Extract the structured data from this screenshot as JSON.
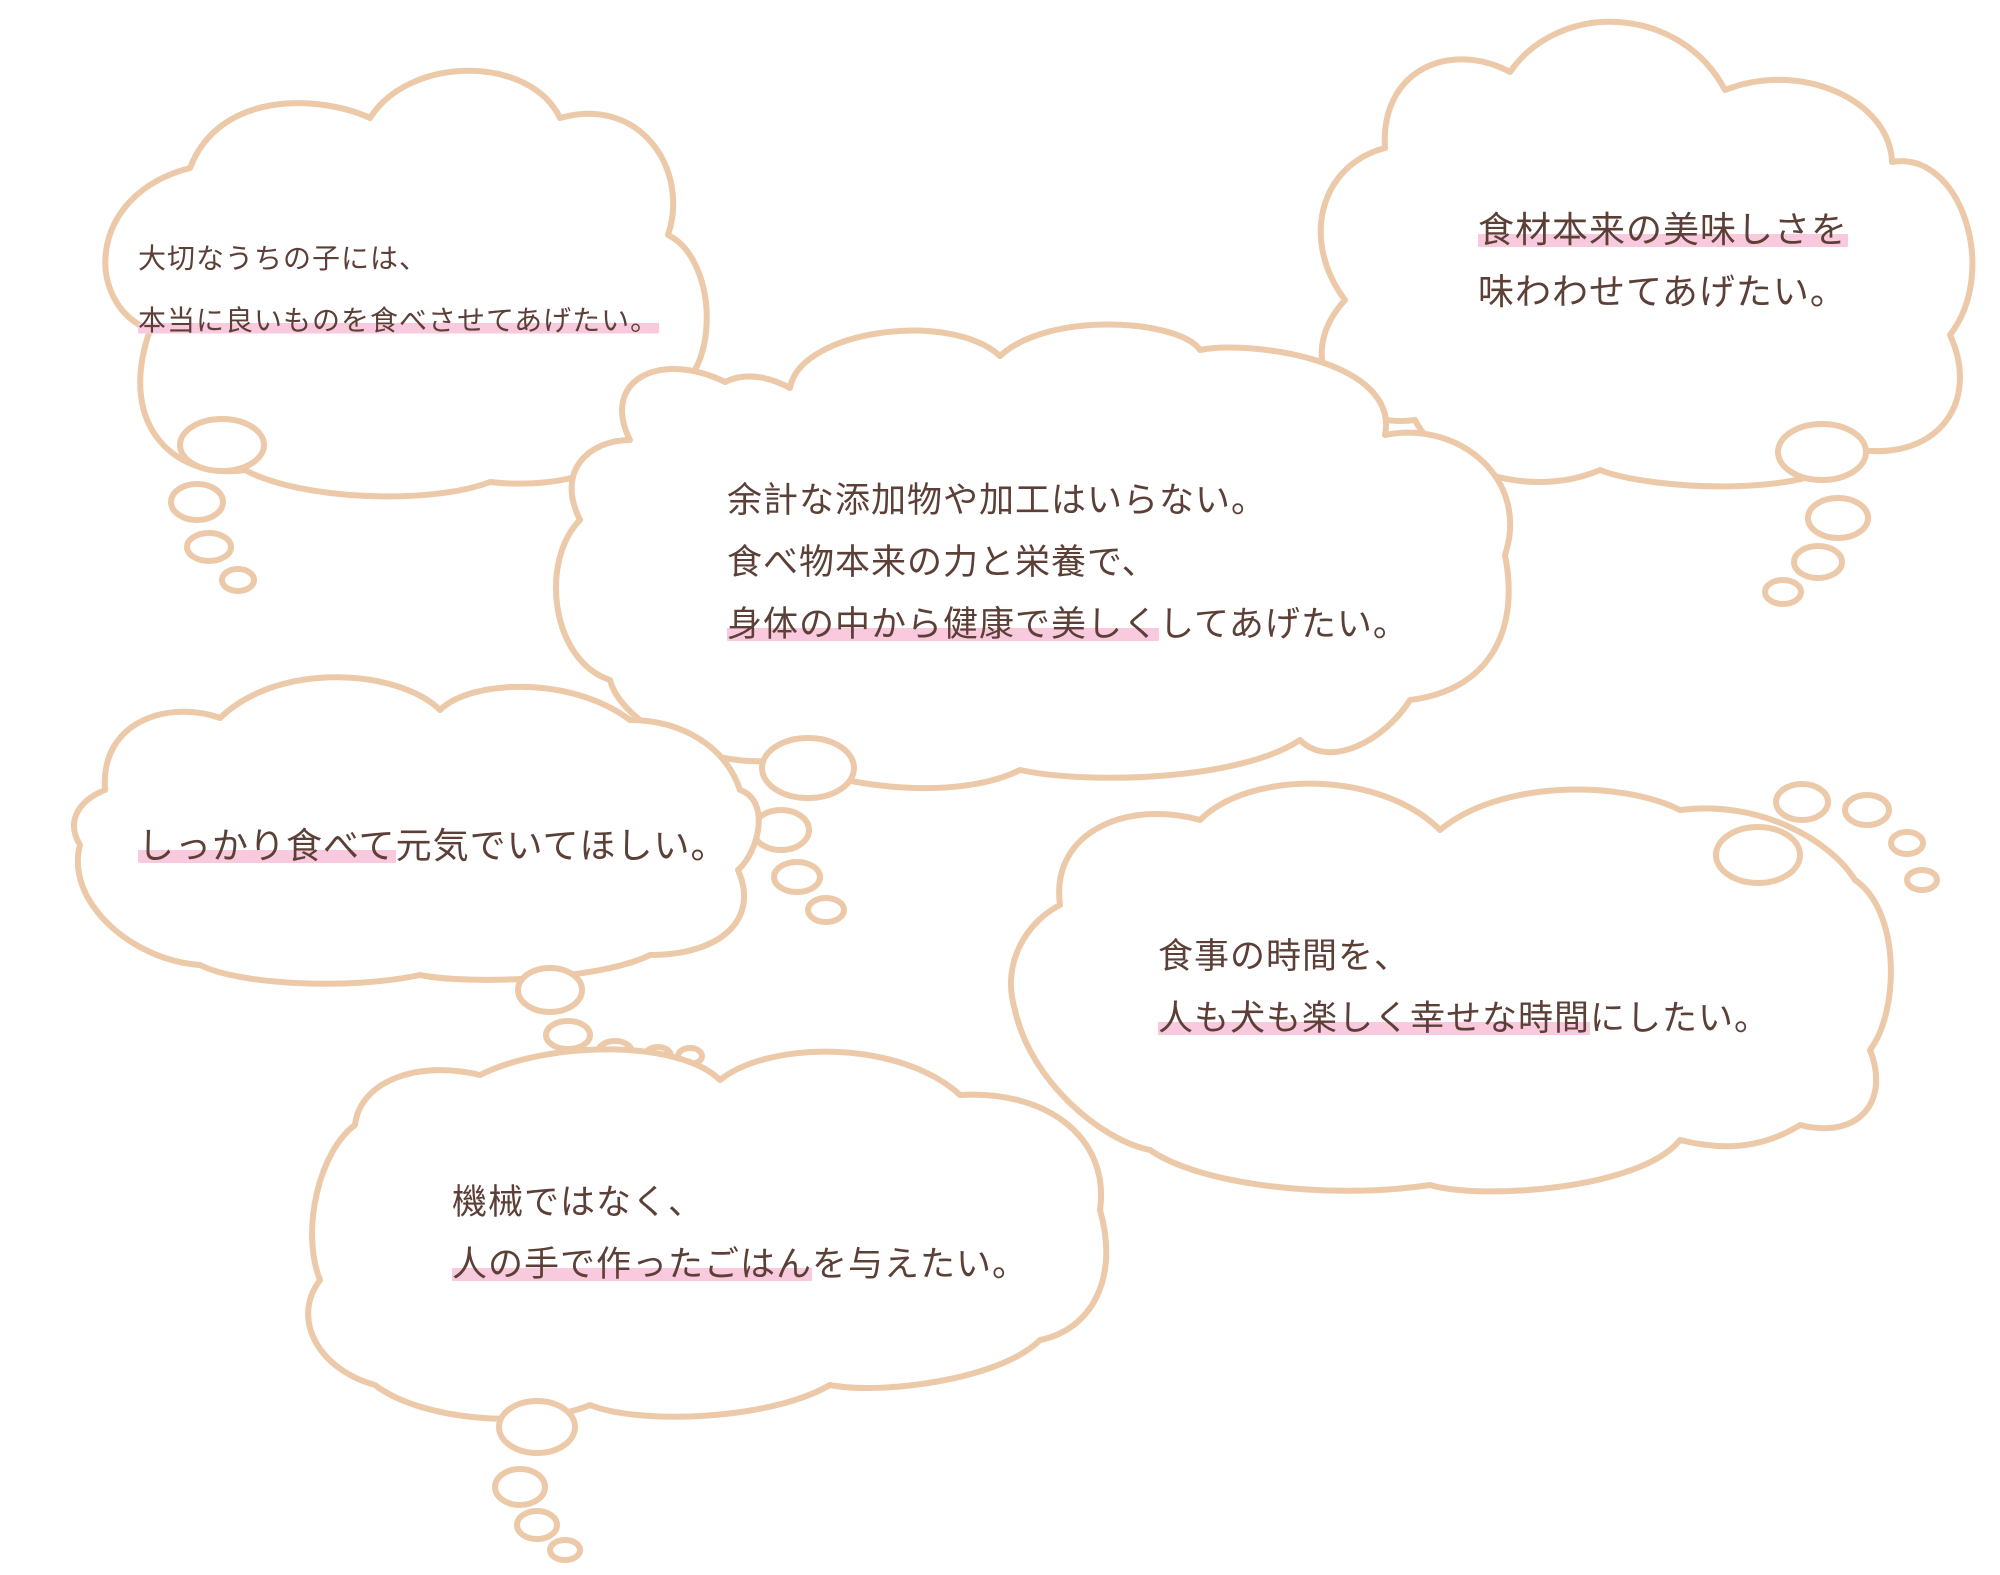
{
  "palette": {
    "bubble_stroke": "#ecc9a8",
    "text": "#5c4038",
    "highlight": "#f9c9dd"
  },
  "bubbles": [
    {
      "lines": [
        {
          "highlight": "",
          "rest": "大切なうちの子には、"
        },
        {
          "highlight": "本当に良いものを食べさせてあげたい。",
          "rest": ""
        }
      ]
    },
    {
      "lines": [
        {
          "highlight": "食材本来の美味しさを",
          "rest": ""
        },
        {
          "highlight": "",
          "rest": "味わわせてあげたい。"
        }
      ]
    },
    {
      "lines": [
        {
          "highlight": "",
          "rest": "余計な添加物や加工はいらない。"
        },
        {
          "highlight": "",
          "rest": "食べ物本来の力と栄養で、"
        },
        {
          "highlight": "身体の中から健康で美しく",
          "rest": "してあげたい。"
        }
      ]
    },
    {
      "lines": [
        {
          "highlight": "しっかり食べて",
          "rest": "元気でいてほしい。"
        }
      ]
    },
    {
      "lines": [
        {
          "highlight": "",
          "rest": "食事の時間を、"
        },
        {
          "highlight": "人も犬も楽しく幸せな時間",
          "rest": "にしたい。"
        }
      ]
    },
    {
      "lines": [
        {
          "highlight": "",
          "rest": "機械ではなく、"
        },
        {
          "highlight": "人の手で作ったごはん",
          "rest": "を与えたい。"
        }
      ]
    }
  ]
}
